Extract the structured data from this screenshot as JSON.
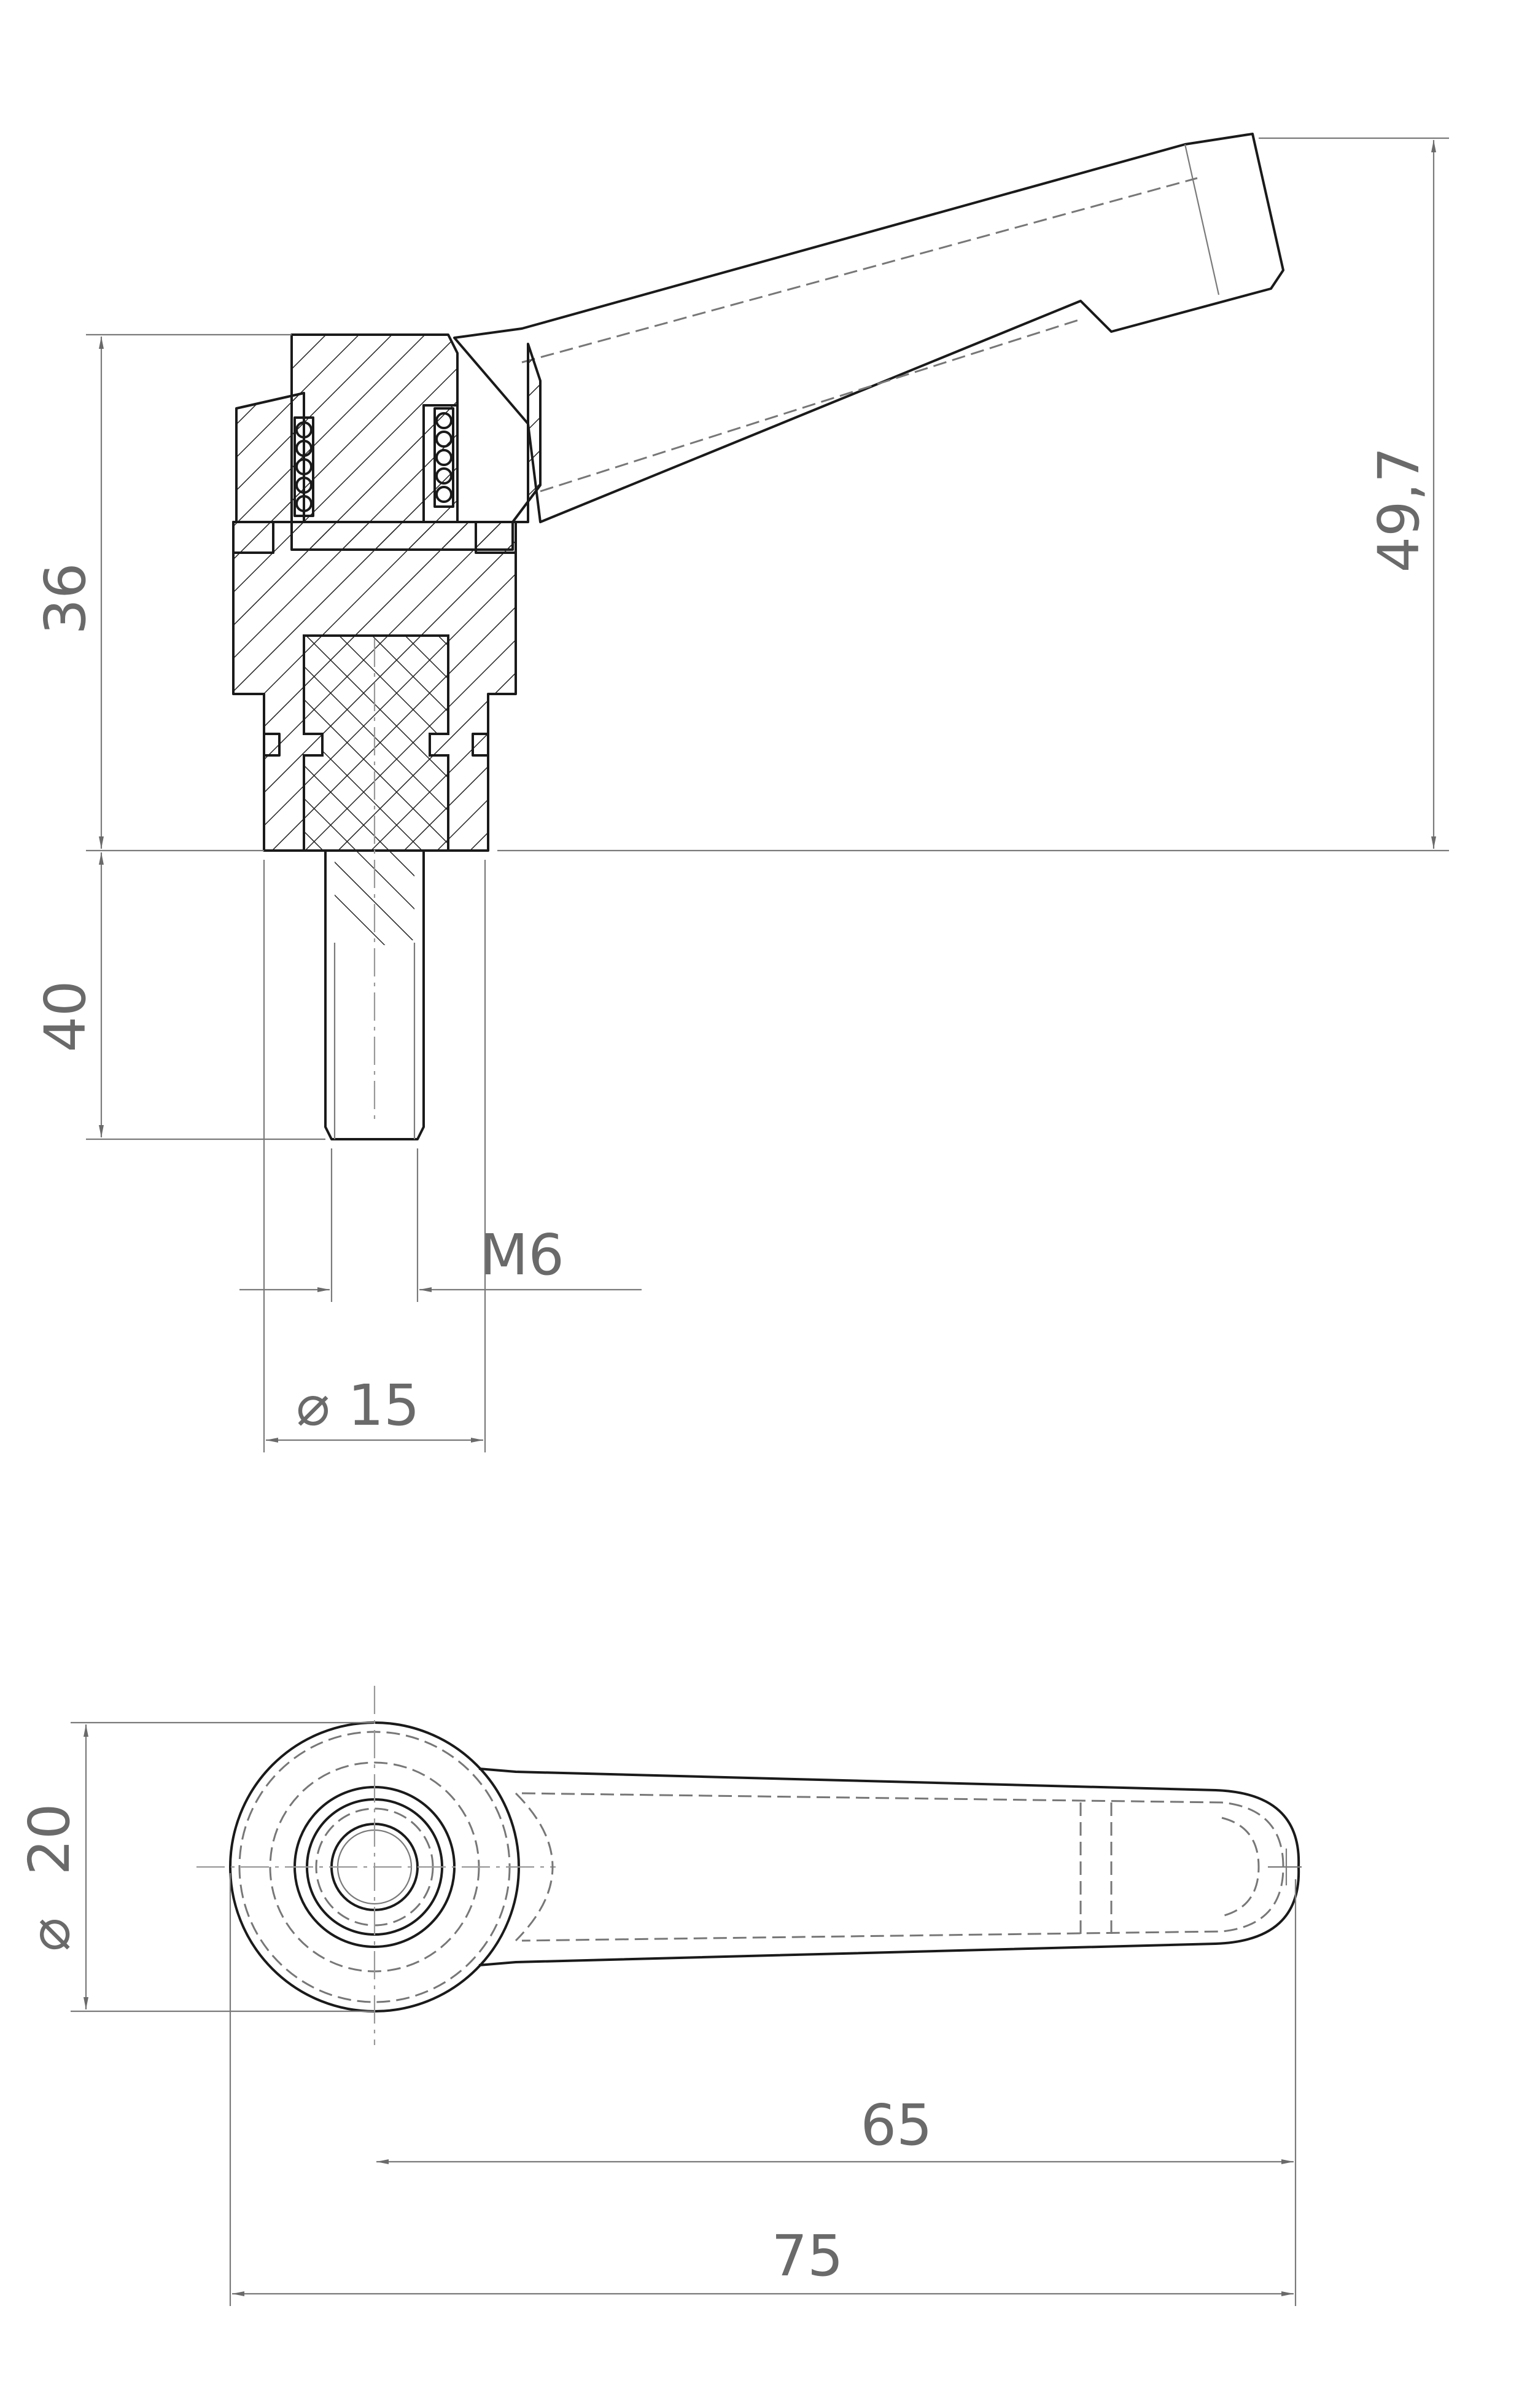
{
  "dimensions": {
    "height_total": "36",
    "lever_height": "49,7",
    "stud_length": "40",
    "thread": "M6",
    "hub_diameter_side": "15",
    "hub_diameter_top": "20",
    "lever_length_center": "65",
    "lever_length_overall": "75"
  },
  "symbols": {
    "diameter": "⌀"
  },
  "colors": {
    "outline": "#1a1a1a",
    "dimension": "#6a6a6a",
    "hatch": "#222222"
  }
}
